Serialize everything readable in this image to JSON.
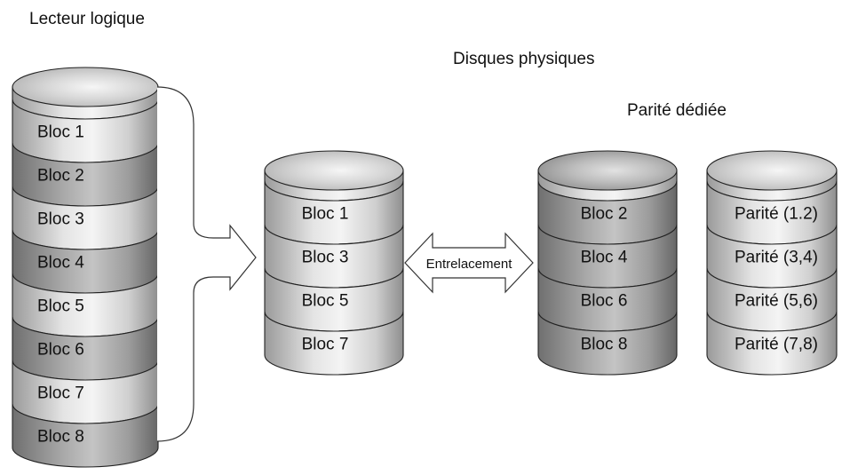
{
  "labels": {
    "logical_drive": "Lecteur logique",
    "physical_disks": "Disques physiques",
    "dedicated_parity": "Parité dédiée",
    "interleave": "Entrelacement"
  },
  "logical_drive": {
    "blocks": [
      "Bloc 1",
      "Bloc 2",
      "Bloc 3",
      "Bloc 4",
      "Bloc 5",
      "Bloc 6",
      "Bloc 7",
      "Bloc 8"
    ]
  },
  "disks": [
    {
      "blocks": [
        "Bloc 1",
        "Bloc 3",
        "Bloc 5",
        "Bloc 7"
      ]
    },
    {
      "blocks": [
        "Bloc 2",
        "Bloc 4",
        "Bloc 6",
        "Bloc 8"
      ]
    },
    {
      "blocks": [
        "Parité (1.2)",
        "Parité (3,4)",
        "Parité (5,6)",
        "Parité (7,8)"
      ]
    }
  ],
  "colors": {
    "light_band": "#d6d6d6",
    "dark_band": "#a8a8a8",
    "outline": "#222222"
  }
}
